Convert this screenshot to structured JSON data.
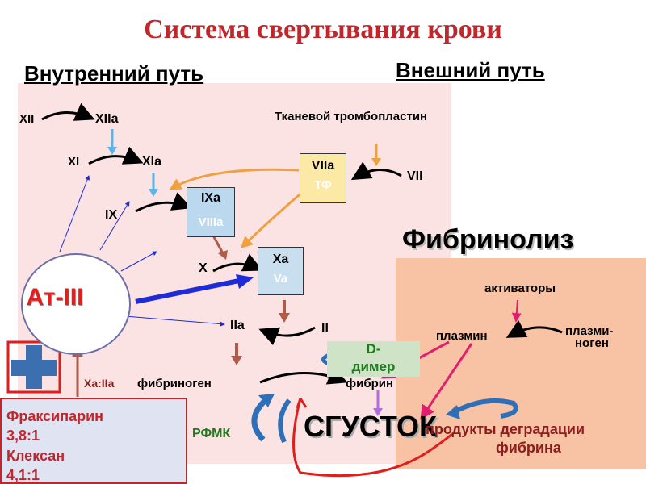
{
  "title": "Система свертывания крови",
  "headers": {
    "intrinsic": "Внутренний путь",
    "extrinsic": "Внешний путь",
    "fibrinolysis": "Фибринолиз"
  },
  "factors": {
    "xii": "XII",
    "xiia": "XIIa",
    "xi": "XI",
    "xia": "XIa",
    "ix": "IX",
    "ixa": "IXa",
    "viiia": "VIIIa",
    "viia": "VIIa",
    "tf": "ТФ",
    "vii": "VII",
    "x": "X",
    "xa": "Xa",
    "va": "Va",
    "iia": "IIa",
    "ii": "II"
  },
  "labels": {
    "tissue_thromboplastin": "Тканевой тромбопластин",
    "at3": "Ат-III",
    "xa_iia": "Xa:IIa",
    "fibrinogen": "фибриноген",
    "fibrin": "фибрин",
    "d_dimer_line1": "D-",
    "d_dimer_line2": "димер",
    "rfmk": "РФМК",
    "clot": "СГУСТОК",
    "activators": "активаторы",
    "plasmin": "плазмин",
    "plasminogen_line1": "плазми-",
    "plasminogen_line2": "ноген",
    "degradation_line1": "продукты деградации",
    "degradation_line2": "фибрина"
  },
  "drugs": {
    "fraxiparin_name": "Фраксипарин",
    "fraxiparin_ratio": "3,8:1",
    "clexane_name": "Клексан",
    "clexane_ratio": "4,1:1"
  },
  "colors": {
    "title": "#c0272d",
    "intrinsic_panel": "#fbe3e3",
    "fibrinolysis_panel": "#f8c3a5",
    "cascade_arrow_light_blue": "#5fb4e6",
    "cascade_arrow_orange": "#f0a040",
    "cascade_arrow_brown": "#b25a4a",
    "inhibition_arrow": "#1f2bd6",
    "fibrinolysis_arrow": "#e0206e",
    "clot_recirculation_arrow": "#e01e1e",
    "feedback_arrow": "#2f6fb7",
    "plus_sign": "#3b6fb0"
  }
}
